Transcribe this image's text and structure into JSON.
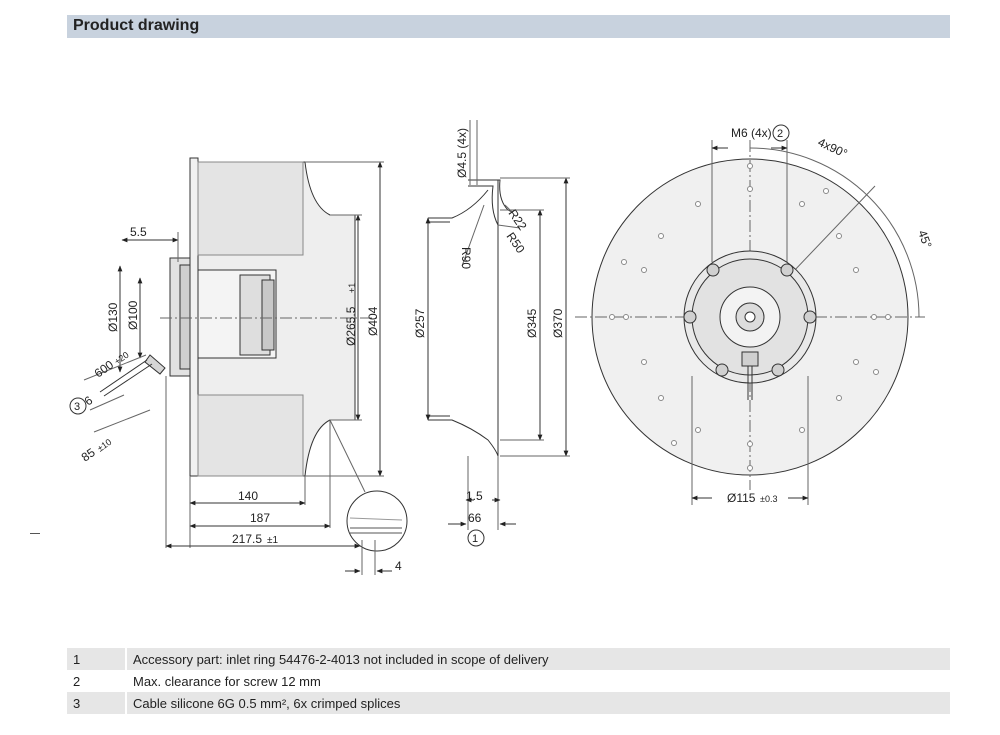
{
  "header": {
    "title": "Product drawing"
  },
  "side_view": {
    "dim_5_5": "5.5",
    "dim_130": "Ø130",
    "dim_100": "Ø100",
    "dim_600": "600",
    "dim_600_tol": "+20",
    "dim_6": "6",
    "dim_85": "85",
    "dim_85_tol": "±10",
    "dim_265": "Ø265.5",
    "dim_265_tol": "+1",
    "dim_404": "Ø404",
    "dim_140": "140",
    "dim_187": "187",
    "dim_217": "217.5",
    "dim_217_tol": "±1",
    "dim_4": "4",
    "marker_3": "3"
  },
  "section_view": {
    "dim_4_5": "Ø4.5 (4x)",
    "dim_r22": "R22",
    "dim_r50": "R50",
    "dim_r90": "R90",
    "dim_257": "Ø257",
    "dim_345": "Ø345",
    "dim_370": "Ø370",
    "dim_1_5": "1.5",
    "dim_66": "66",
    "marker_1": "1"
  },
  "front_view": {
    "dim_m6": "M6 (4x)",
    "marker_2": "2",
    "dim_4x90": "4x90°",
    "dim_45": "45°",
    "dim_115": "Ø115",
    "dim_115_tol": "±0.3"
  },
  "notes": [
    {
      "num": "1",
      "text": "Accessory part: inlet ring 54476-2-4013 not included in scope of delivery"
    },
    {
      "num": "2",
      "text": "Max. clearance for screw 12 mm"
    },
    {
      "num": "3",
      "text": "Cable silicone 6G 0.5 mm², 6x crimped splices"
    }
  ]
}
